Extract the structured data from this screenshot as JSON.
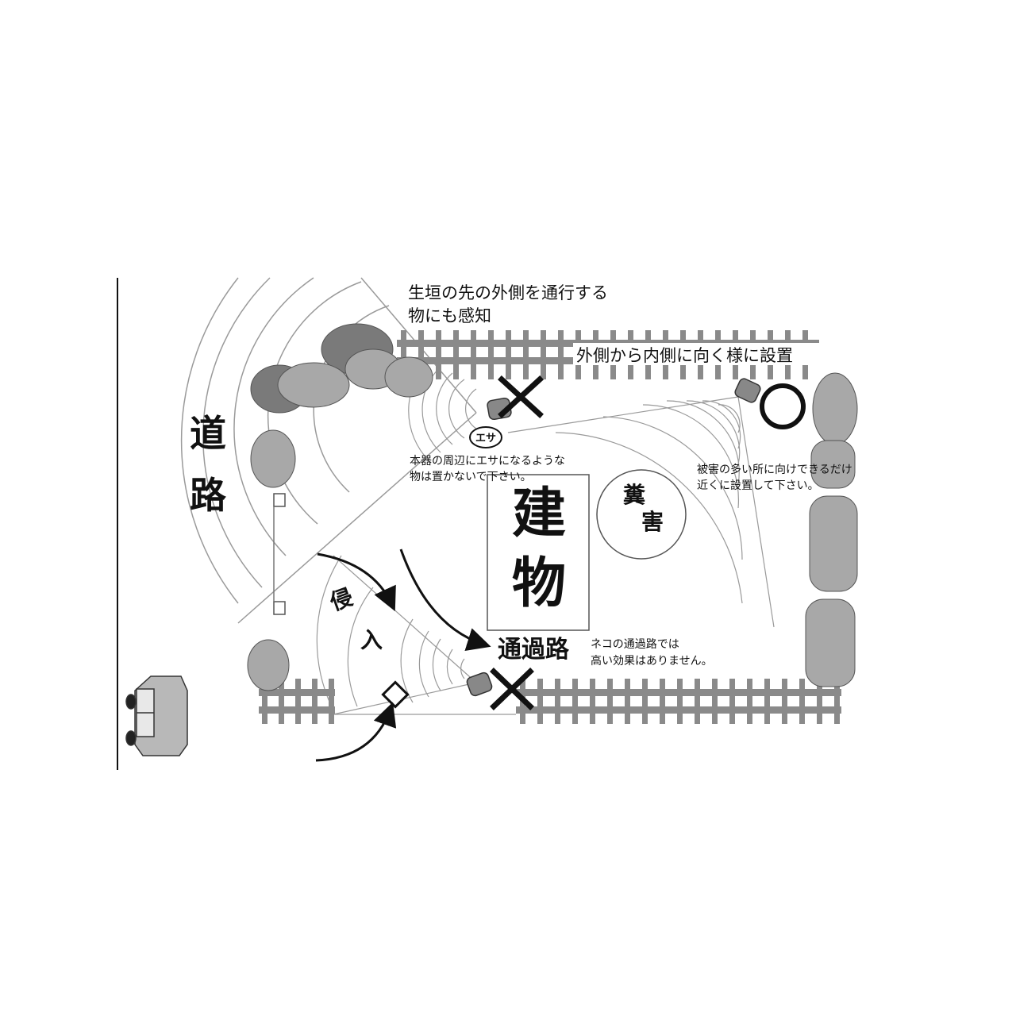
{
  "labels": {
    "road": [
      "道",
      "路"
    ],
    "building": [
      "建",
      "物"
    ],
    "damage": [
      "糞",
      "害"
    ],
    "intrusion": [
      "侵",
      "入"
    ],
    "passage": "通過路",
    "bait": "エサ"
  },
  "notes": {
    "hedge_outside": [
      "生垣の先の外側を通行する",
      "物にも感知"
    ],
    "install_direction": "外側から内側に向く様に設置",
    "bait_warning": [
      "本器の周辺にエサになるような",
      "物は置かないで下さい。"
    ],
    "damage_place": [
      "被害の多い所に向けできるだけ",
      "近くに設置して下さい。"
    ],
    "cat_passage": [
      "ネコの通過路では",
      "高い効果はありません。"
    ]
  },
  "colors": {
    "line": "#111111",
    "fence": "#8a8a8a",
    "bush_dark": "#7a7a7a",
    "bush_light": "#a8a8a8",
    "arc": "#9a9a9a"
  }
}
